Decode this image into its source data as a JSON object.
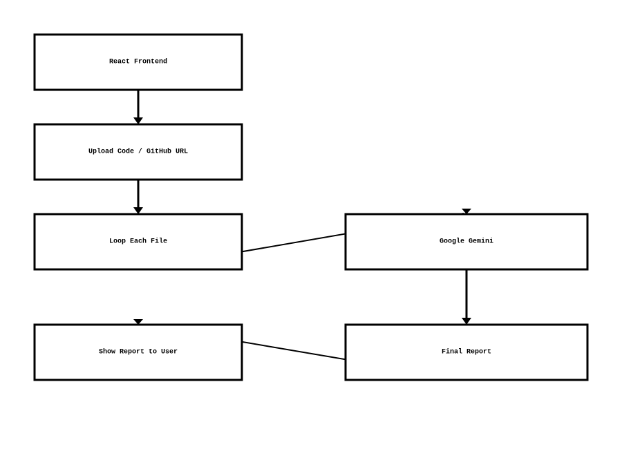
{
  "diagram": {
    "type": "flowchart",
    "background_color": "#ffffff",
    "stroke_color": "#000000",
    "node_fill_color": "#ffffff",
    "nodes": [
      {
        "id": "react-frontend",
        "label": "React Frontend"
      },
      {
        "id": "upload-code",
        "label": "Upload Code / GitHub URL"
      },
      {
        "id": "loop-each-file",
        "label": "Loop Each File"
      },
      {
        "id": "google-gemini",
        "label": "Google Gemini"
      },
      {
        "id": "show-report",
        "label": "Show Report to User"
      },
      {
        "id": "final-report",
        "label": "Final Report"
      }
    ],
    "edges": [
      {
        "from": "React Frontend",
        "to": "Upload Code / GitHub URL"
      },
      {
        "from": "Upload Code / GitHub URL",
        "to": "Loop Each File"
      },
      {
        "from": "Loop Each File",
        "to": "Google Gemini"
      },
      {
        "from": "Google Gemini",
        "to": "Final Report"
      },
      {
        "from": "Final Report",
        "to": "Show Report to User"
      }
    ]
  }
}
